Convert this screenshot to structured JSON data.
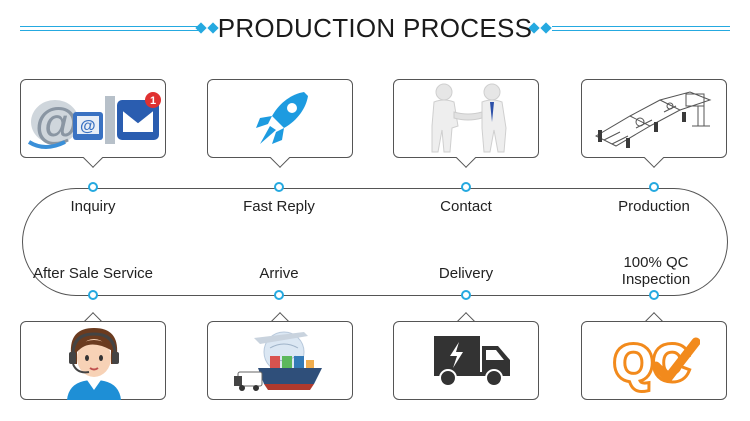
{
  "header": {
    "title": "PRODUCTION PROCESS"
  },
  "colors": {
    "accent": "#25a9e0",
    "border": "#555555",
    "qc_orange": "#f28a1c"
  },
  "steps_top": [
    {
      "label": "Inquiry",
      "icon": "email-icon"
    },
    {
      "label": "Fast Reply",
      "icon": "rocket-icon"
    },
    {
      "label": "Contact",
      "icon": "handshake-icon"
    },
    {
      "label": "Production",
      "icon": "machine-icon"
    }
  ],
  "steps_bottom": [
    {
      "label": "After Sale Service",
      "icon": "support-agent-icon"
    },
    {
      "label": "Arrive",
      "icon": "logistics-icon"
    },
    {
      "label": "Delivery",
      "icon": "truck-icon"
    },
    {
      "label_line1": "100% QC",
      "label_line2": "Inspection",
      "icon": "qc-icon"
    }
  ],
  "qc_text": "QC"
}
